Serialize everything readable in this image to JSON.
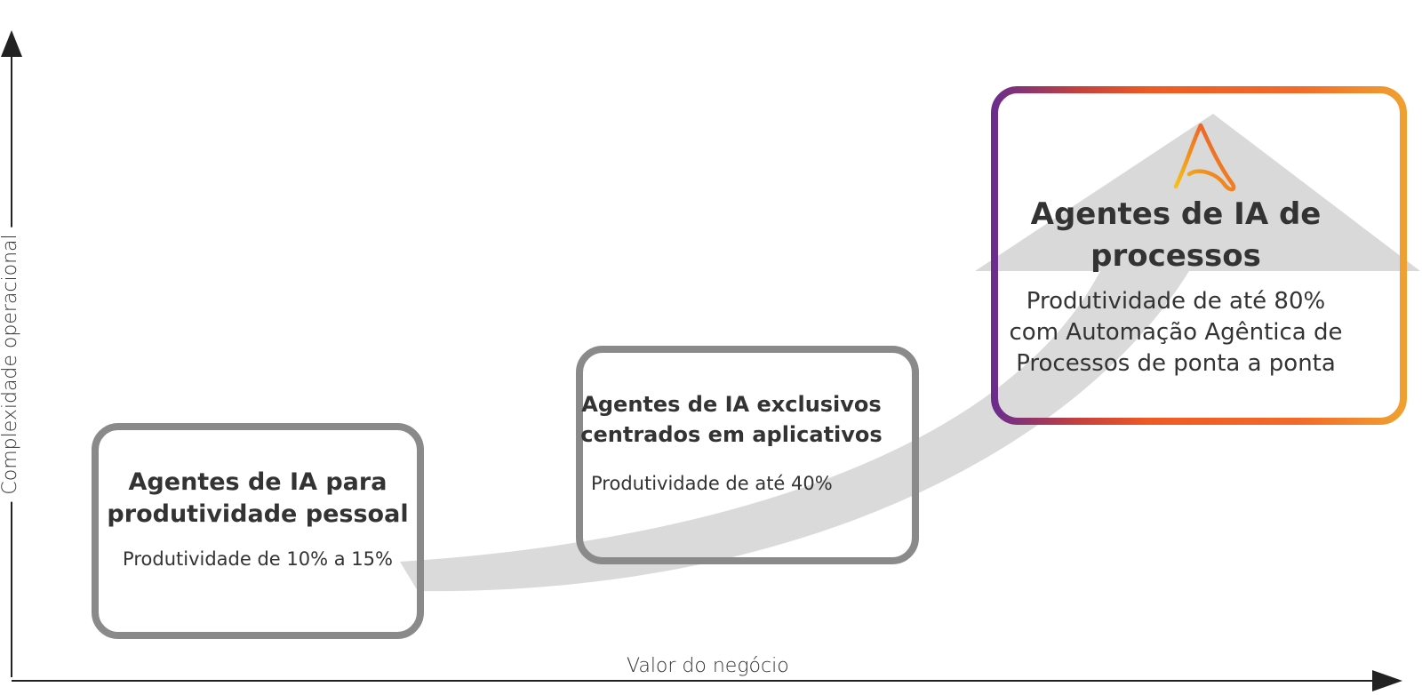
{
  "axes": {
    "x_label": "Valor do negócio",
    "y_label": "Complexidade operacional"
  },
  "stages": [
    {
      "title": "Agentes de IA para\nprodutividade pessoal",
      "description": "Produtividade de 10% a 15%"
    },
    {
      "title": "Agentes de IA exclusivos\ncentrados em aplicativos",
      "description": "Produtividade de até 40%"
    },
    {
      "title": "Agentes de IA de\nprocessos",
      "description": "Produtividade de até 80%\ncom Automação Agêntica de\nProcessos de ponta a ponta"
    }
  ],
  "colors": {
    "axis": "#222222",
    "box_border": "#8a8a8a",
    "arrow_fill": "#d4d4d4",
    "gradient_purple": "#6b2d8c",
    "gradient_orange": "#ef5a24",
    "gradient_amber": "#f0a030",
    "text": "#333333"
  },
  "icons": {
    "highlight_logo": "automation-a-logo"
  }
}
